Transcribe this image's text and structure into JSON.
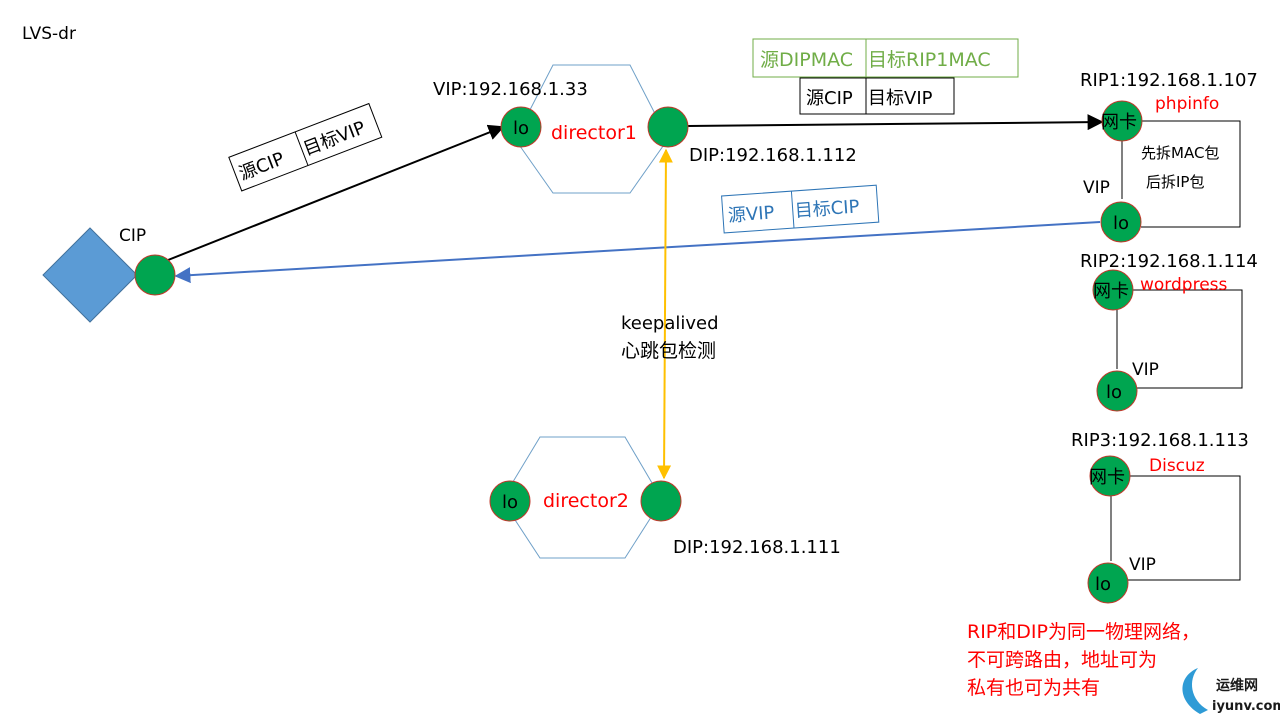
{
  "title": "LVS-dr",
  "colors": {
    "node_fill": "#00a550",
    "node_stroke": "#c0392b",
    "accent_red": "#ff0000",
    "hex_stroke": "#6fa0c8",
    "client_fill": "#5b9bd5",
    "green_text": "#70ad47",
    "blue_text": "#2e75b6",
    "heartbeat": "#ffc000",
    "return_arrow": "#4472c4"
  },
  "client": {
    "label": "CIP"
  },
  "director1": {
    "name": "director1",
    "vip": "VIP:192.168.1.33",
    "lo": "lo",
    "dip": "DIP:192.168.1.112"
  },
  "director2": {
    "name": "director2",
    "lo": "lo",
    "dip": "DIP:192.168.1.111"
  },
  "heartbeat": {
    "line1": "keepalived",
    "line2": "心跳包检测"
  },
  "packets": {
    "client_to_vip": {
      "src": "源CIP",
      "dst": "目标VIP"
    },
    "dir_to_rs_outer": {
      "src": "源DIPMAC",
      "dst": "目标RIP1MAC"
    },
    "dir_to_rs_inner": {
      "src": "源CIP",
      "dst": "目标VIP"
    },
    "rs_to_client": {
      "src": "源VIP",
      "dst": "目标CIP"
    }
  },
  "servers": [
    {
      "rip": "RIP1:192.168.1.107",
      "app": "phpinfo",
      "nic": "网卡",
      "lo": "lo",
      "vip": "VIP",
      "note1": "先拆MAC包",
      "note2": "后拆IP包"
    },
    {
      "rip": "RIP2:192.168.1.114",
      "app": "wordpress",
      "nic": "网卡",
      "lo": "lo",
      "vip": "VIP"
    },
    {
      "rip": "RIP3:192.168.1.113",
      "app": "Discuz",
      "nic": "网卡",
      "lo": "lo",
      "vip": "VIP"
    }
  ],
  "note": {
    "line1": "RIP和DIP为同一物理网络，",
    "line2": "不可跨路由，地址可为",
    "line3": "私有也可为共有"
  },
  "watermark": {
    "brand": "运维网",
    "domain": "iyunv.com"
  }
}
